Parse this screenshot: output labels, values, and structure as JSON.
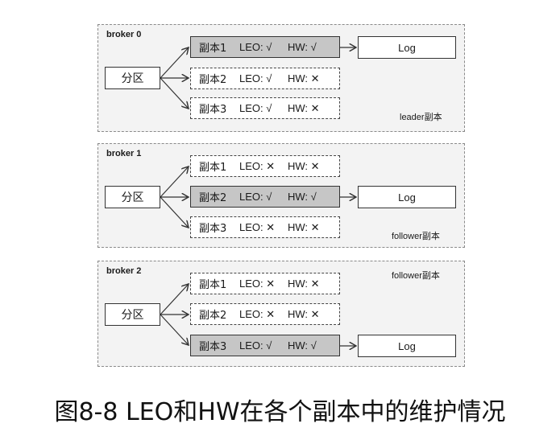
{
  "brokers": [
    {
      "title": "broker 0",
      "partition": "分区",
      "role": "leader副本",
      "log": "Log",
      "replicas": [
        {
          "name": "副本1",
          "leo": "LEO: √",
          "hw": "HW: √",
          "active": true
        },
        {
          "name": "副本2",
          "leo": "LEO: √",
          "hw": "HW: ✕",
          "active": false
        },
        {
          "name": "副本3",
          "leo": "LEO: √",
          "hw": "HW: ✕",
          "active": false
        }
      ]
    },
    {
      "title": "broker 1",
      "partition": "分区",
      "role": "follower副本",
      "log": "Log",
      "replicas": [
        {
          "name": "副本1",
          "leo": "LEO: ✕",
          "hw": "HW: ✕",
          "active": false
        },
        {
          "name": "副本2",
          "leo": "LEO: √",
          "hw": "HW: √",
          "active": true
        },
        {
          "name": "副本3",
          "leo": "LEO: ✕",
          "hw": "HW: ✕",
          "active": false
        }
      ]
    },
    {
      "title": "broker 2",
      "partition": "分区",
      "role": "follower副本",
      "log": "Log",
      "replicas": [
        {
          "name": "副本1",
          "leo": "LEO: ✕",
          "hw": "HW: ✕",
          "active": false
        },
        {
          "name": "副本2",
          "leo": "LEO: ✕",
          "hw": "HW: ✕",
          "active": false
        },
        {
          "name": "副本3",
          "leo": "LEO: √",
          "hw": "HW: √",
          "active": true
        }
      ]
    }
  ],
  "caption": "图8-8 LEO和HW在各个副本中的维护情况"
}
